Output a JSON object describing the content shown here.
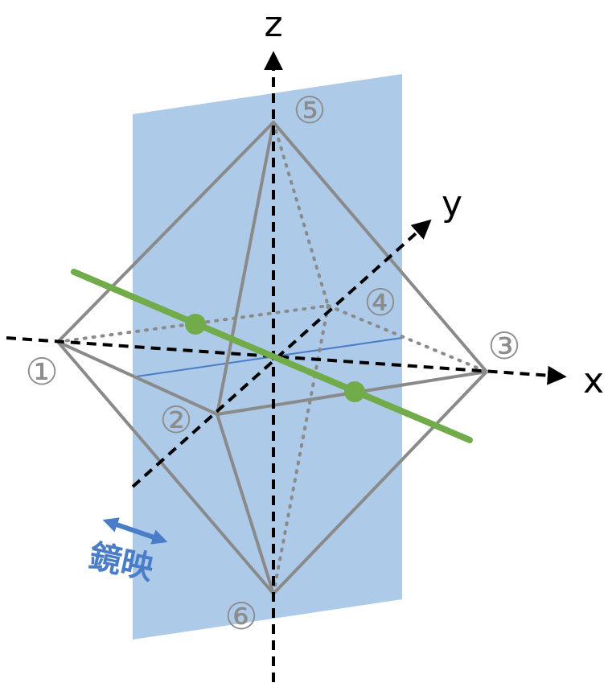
{
  "axes": {
    "x": "x",
    "y": "y",
    "z": "z"
  },
  "vertices": [
    "①",
    "②",
    "③",
    "④",
    "⑤",
    "⑥"
  ],
  "mirror_label": "鏡映",
  "colors": {
    "mirror_plane": "#a9c8e8",
    "edge": "#8a8a8a",
    "rotation_axis": "#72ab4a",
    "axis": "#000000",
    "mirror_arrow": "#4a7cc7"
  }
}
